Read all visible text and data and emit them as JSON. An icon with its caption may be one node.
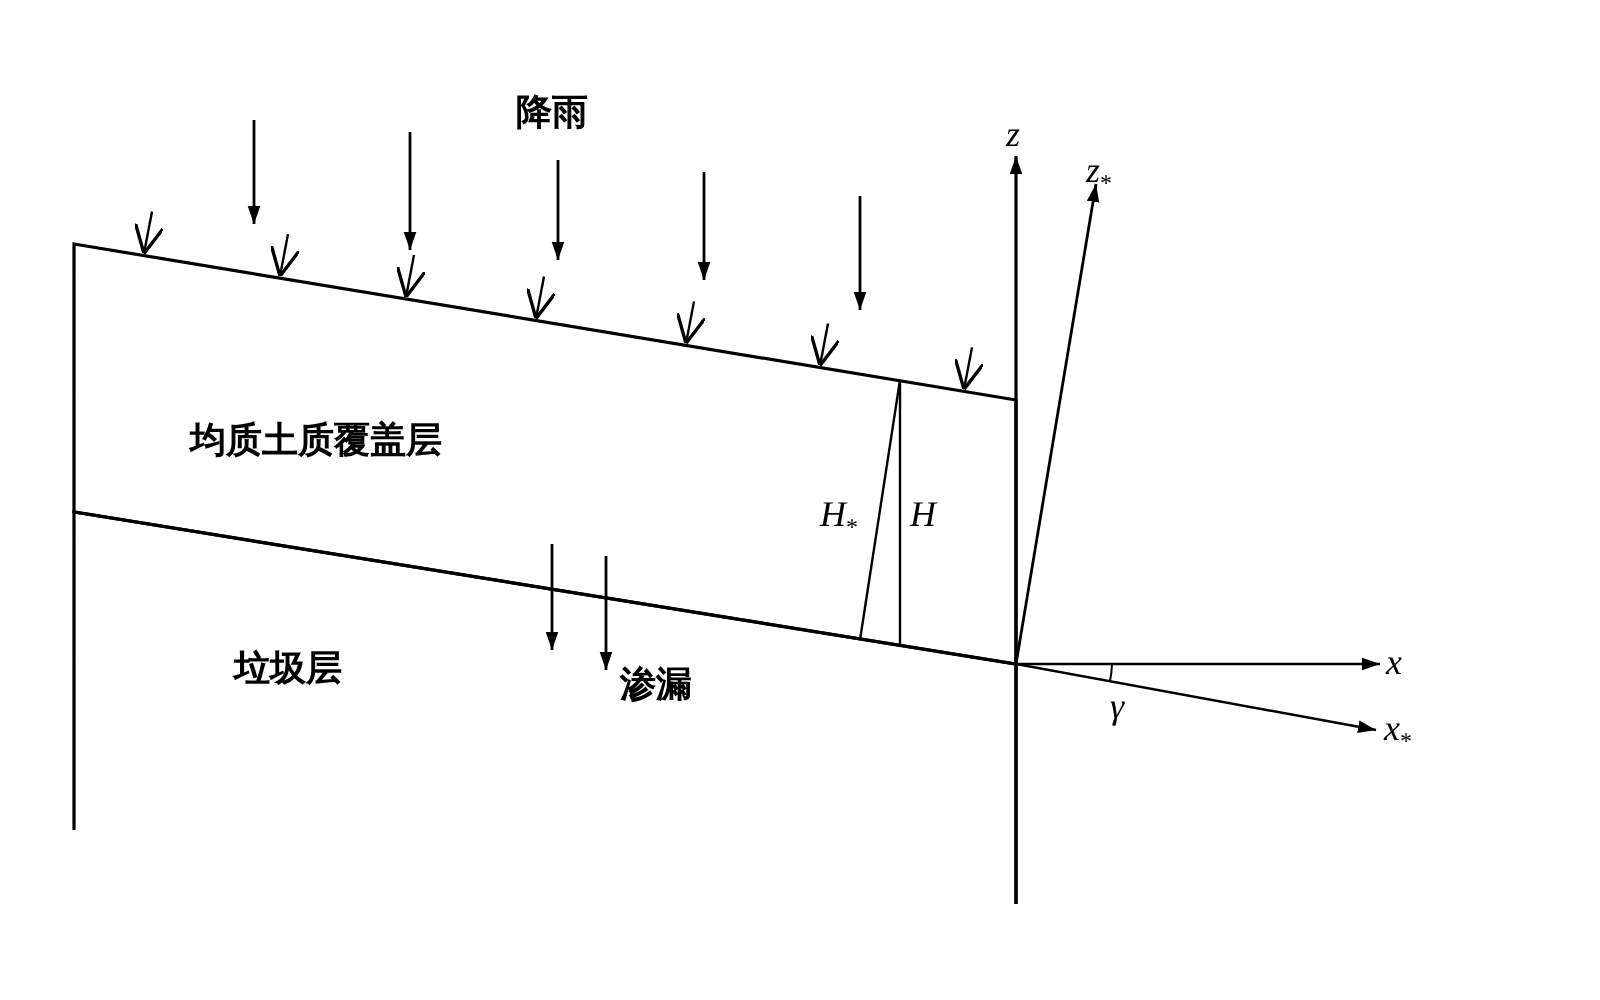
{
  "diagram": {
    "nodes": [
      {
        "text": [
          "均质土质覆盖层"
        ]
      },
      {
        "text": [
          "垃圾层"
        ]
      }
    ],
    "labels": [
      "降雨",
      "z",
      "z$_{*}$",
      "H$_{*}$",
      "H",
      "x",
      "x$_{*}$",
      "γ",
      "渗漏"
    ]
  }
}
